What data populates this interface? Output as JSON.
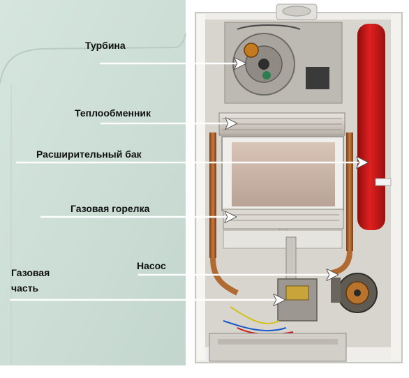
{
  "colors": {
    "background": "#ffffff",
    "cover_panel": "#cfe0d9",
    "boiler_frame": "#e9e9e6",
    "boiler_inner": "#d7d4cf",
    "expansion_tank": "#c81818",
    "combustion_chamber": "#c9b7ad",
    "copper_pipe": "#b5682f",
    "arrow": "#ffffff",
    "label_text": "#111111"
  },
  "labels": [
    {
      "id": "turbine",
      "text": "Турбина"
    },
    {
      "id": "heat-exchanger",
      "text": "Теплообменник"
    },
    {
      "id": "expansion-tank",
      "text": "Расширительный бак"
    },
    {
      "id": "gas-burner",
      "text": "Газовая горелка"
    },
    {
      "id": "pump",
      "text": "Насос"
    },
    {
      "id": "gas-part-line1",
      "text": "Газовая"
    },
    {
      "id": "gas-part-line2",
      "text": "часть"
    }
  ]
}
